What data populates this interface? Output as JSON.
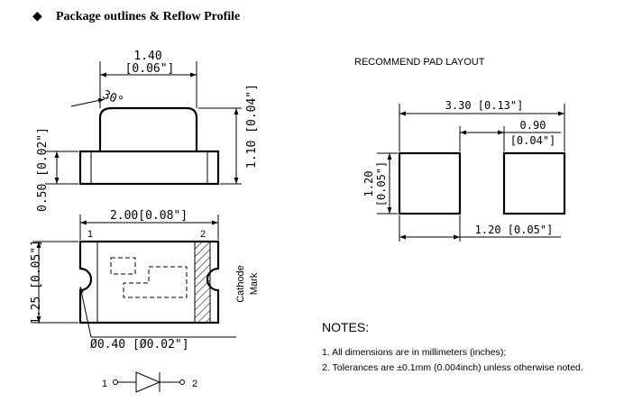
{
  "header": {
    "bullet": "◆",
    "title": "Package outlines & Reflow Profile"
  },
  "side_view": {
    "width_dim": "1.40",
    "width_dim_in": "[0.06\"]",
    "angle": "30°",
    "left_height": "0.50 [0.02\"]",
    "right_height": "1.10 [0.04\"]"
  },
  "top_view": {
    "width_dim": "2.00[0.08\"]",
    "height_dim": "1.25 [0.05\"]",
    "pin1": "1",
    "pin2": "2",
    "cathode_label": "Cathode",
    "mark_label": "Mark",
    "hole_dim": "Ø0.40 [Ø0.02\"]"
  },
  "symbol": {
    "pin1": "1",
    "pin2": "2"
  },
  "pad_layout": {
    "title": "RECOMMEND PAD LAYOUT",
    "overall": "3.30 [0.13\"]",
    "gap": "0.90",
    "gap_in": "[0.04\"]",
    "pad_height": "1.20",
    "pad_height_in": "[0.05\"]",
    "pad_width": "1.20 [0.05\"]"
  },
  "notes": {
    "title": "NOTES:",
    "items": [
      "1.  All dimensions are in millimeters (inches);",
      "2.  Tolerances are ±0.1mm (0.004inch) unless otherwise noted."
    ]
  }
}
